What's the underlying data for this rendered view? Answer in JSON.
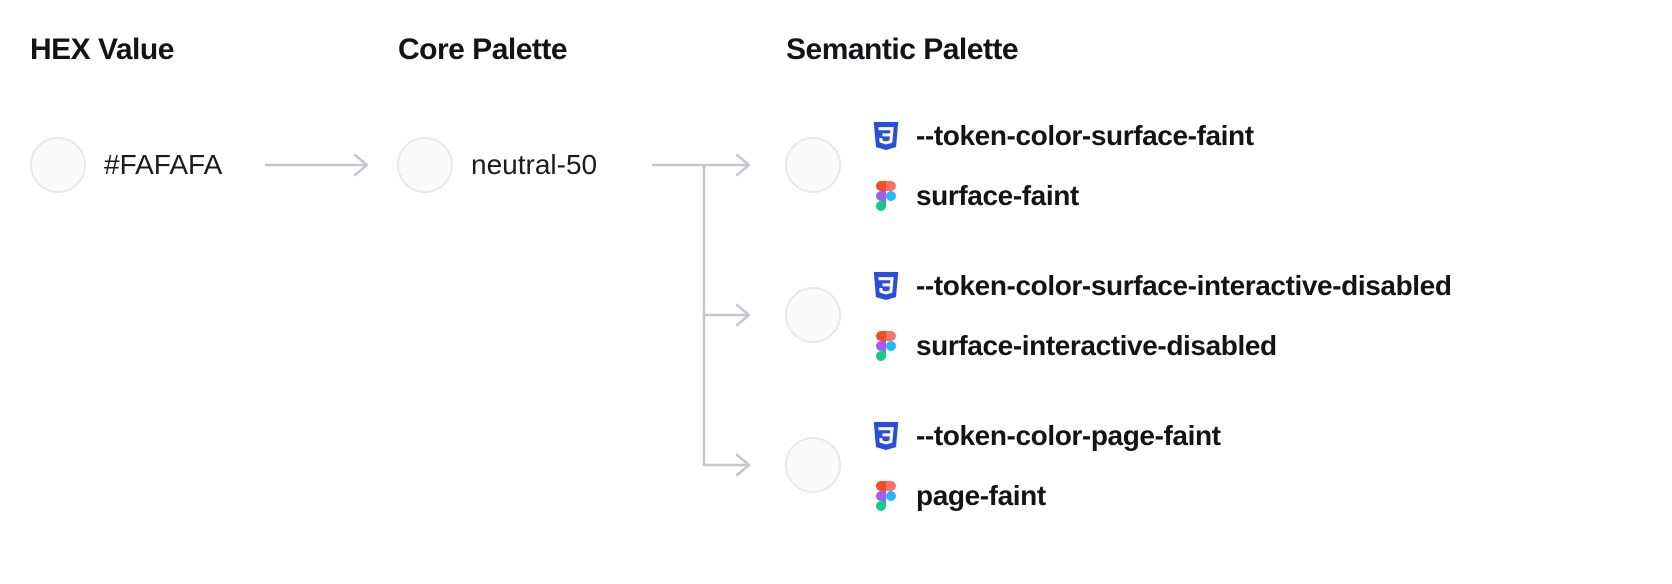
{
  "columns": {
    "hex_title": "HEX Value",
    "core_title": "Core Palette",
    "semantic_title": "Semantic Palette"
  },
  "hex": {
    "value": "#FAFAFA",
    "swatch_color": "#FAFAFA"
  },
  "core": {
    "label": "neutral-50",
    "swatch_color": "#FAFAFA"
  },
  "semantic": [
    {
      "css_token": "--token-color-surface-faint",
      "figma_name": "surface-faint",
      "swatch_color": "#FAFAFA"
    },
    {
      "css_token": "--token-color-surface-interactive-disabled",
      "figma_name": "surface-interactive-disabled",
      "swatch_color": "#FAFAFA"
    },
    {
      "css_token": "--token-color-page-faint",
      "figma_name": "page-faint",
      "swatch_color": "#FAFAFA"
    }
  ],
  "colors": {
    "swatch_fill": "#FAFAFA",
    "swatch_border": "#E9E9EC",
    "connector": "#C6C6CE",
    "text": "#141418",
    "css_icon_blue": "#264DE4",
    "figma_orange": "#F24E1E",
    "figma_salmon": "#FF7262",
    "figma_purple": "#A259FF",
    "figma_blue": "#1ABCFE",
    "figma_green": "#0ACF83"
  }
}
